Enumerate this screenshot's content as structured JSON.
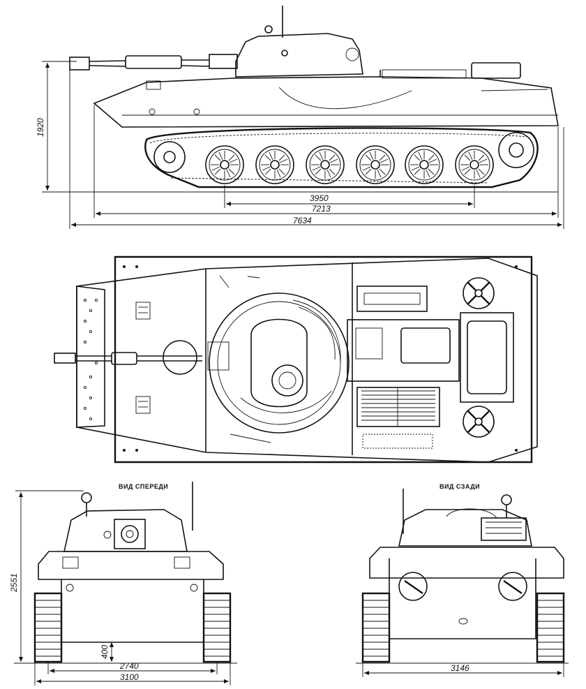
{
  "side_view": {
    "dims": {
      "height": "1920",
      "wheelbase": "3950",
      "hull_length": "7213",
      "overall_length": "7634"
    }
  },
  "front_view": {
    "caption": "ВИД СПЕРЕДИ",
    "dims": {
      "height": "2551",
      "ground_clearance": "400",
      "track_width": "2740",
      "overall_width": "3100"
    }
  },
  "rear_view": {
    "caption": "ВИД СЗАДИ",
    "dims": {
      "width": "3146"
    }
  }
}
